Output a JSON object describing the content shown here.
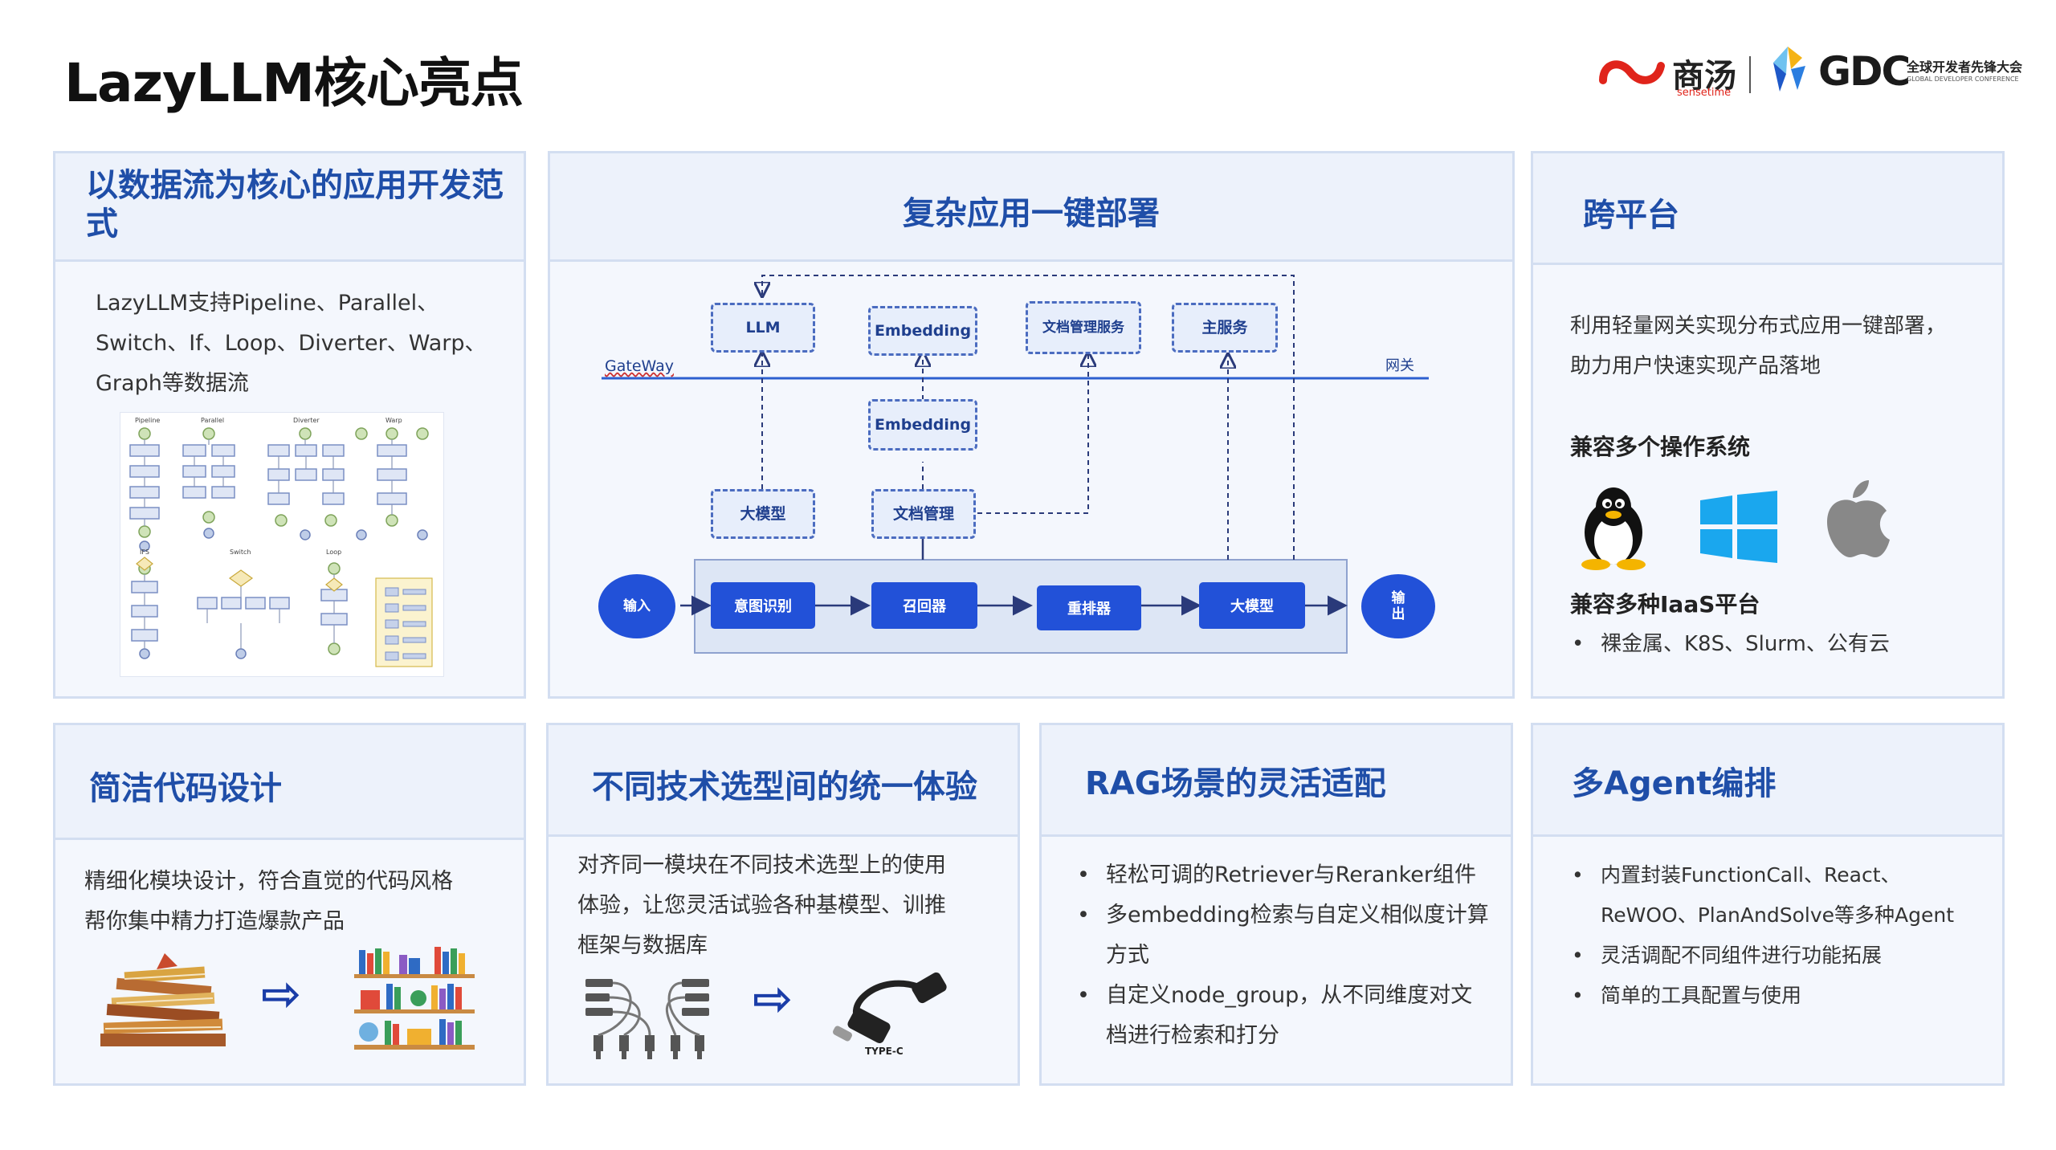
{
  "page": {
    "title": "LazyLLM核心亮点"
  },
  "logos": {
    "brand1_cn": "商汤",
    "brand1_en": "sensetime",
    "brand2": "GDC",
    "brand2_cn": "全球开发者先锋大会",
    "brand2_en": "GLOBAL DEVELOPER CONFERENCE"
  },
  "card_dataflow": {
    "title": "以数据流为核心的应用开发范式",
    "lines": [
      "LazyLLM支持Pipeline、Parallel、",
      "Switch、If、Loop、Diverter、Warp、",
      "Graph等数据流"
    ],
    "diagram_labels": [
      "Pipeline",
      "Parallel",
      "Diverter",
      "Warp",
      "IFS",
      "Switch",
      "Loop"
    ]
  },
  "card_deploy": {
    "title": "复杂应用一键部署",
    "gateway_left": "GateWay",
    "gateway_right": "网关",
    "top_nodes": [
      "LLM",
      "Embedding",
      "文档管理服务",
      "主服务"
    ],
    "mid_node": "Embedding",
    "lower_nodes": [
      "大模型",
      "文档管理"
    ],
    "input": "输入",
    "output": "输出",
    "flow_nodes": [
      "意图识别",
      "召回器",
      "重排器",
      "大模型"
    ]
  },
  "card_platform": {
    "title": "跨平台",
    "lines": [
      "利用轻量网关实现分布式应用一键部署，",
      "助力用户快速实现产品落地"
    ],
    "os_heading": "兼容多个操作系统",
    "iaas_heading": "兼容多种IaaS平台",
    "iaas_items": [
      "裸金属、K8S、Slurm、公有云"
    ],
    "icons": [
      "linux-icon",
      "windows-icon",
      "apple-icon"
    ]
  },
  "card_code": {
    "title": "简洁代码设计",
    "lines": [
      "精细化模块设计，符合直觉的代码风格",
      "帮你集中精力打造爆款产品"
    ]
  },
  "card_unified": {
    "title": "不同技术选型间的统一体验",
    "lines": [
      "对齐同一模块在不同技术选型上的使用",
      "体验，让您灵活试验各种基模型、训推",
      "框架与数据库"
    ],
    "plug_label": "TYPE-C"
  },
  "card_rag": {
    "title": "RAG场景的灵活适配",
    "items": [
      "轻松可调的Retriever与Reranker组件",
      "多embedding检索与自定义相似度计算方式",
      "自定义node_group，从不同维度对文档进行检索和打分"
    ]
  },
  "card_agent": {
    "title": "多Agent编排",
    "items": [
      "内置封装FunctionCall、React、ReWOO、PlanAndSolve等多种Agent",
      "灵活调配不同组件进行功能拓展",
      "简单的工具配置与使用"
    ]
  },
  "colors": {
    "accent": "#1f4ea8",
    "node_blue": "#2251d8",
    "card_border": "#d3def1",
    "card_bg": "#f4f7fd"
  }
}
